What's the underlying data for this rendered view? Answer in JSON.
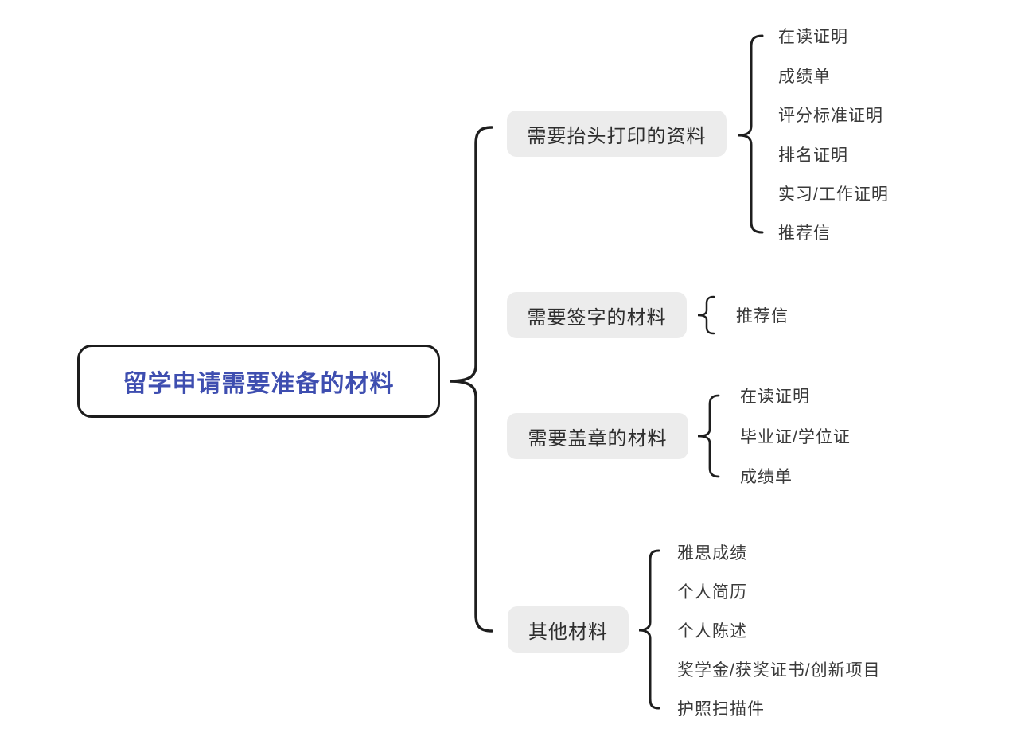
{
  "diagram": {
    "type": "mindmap",
    "root": {
      "label": "留学申请需要准备的材料"
    },
    "branches": [
      {
        "label": "需要抬头打印的资料",
        "children": [
          "在读证明",
          "成绩单",
          "评分标准证明",
          "排名证明",
          "实习/工作证明",
          "推荐信"
        ]
      },
      {
        "label": "需要签字的材料",
        "children": [
          "推荐信"
        ]
      },
      {
        "label": "需要盖章的材料",
        "children": [
          "在读证明",
          "毕业证/学位证",
          "成绩单"
        ]
      },
      {
        "label": "其他材料",
        "children": [
          "雅思成绩",
          "个人简历",
          "个人陈述",
          "奖学金/获奖证书/创新项目",
          "护照扫描件"
        ]
      }
    ],
    "colors": {
      "background": "#ffffff",
      "root_text": "#3e4eb0",
      "root_border": "#1c1c1c",
      "branch_bg": "#ececec",
      "branch_text": "#2e2e2e",
      "leaf_text": "#3a3a3a",
      "brace_stroke": "#1e1e1e"
    }
  }
}
